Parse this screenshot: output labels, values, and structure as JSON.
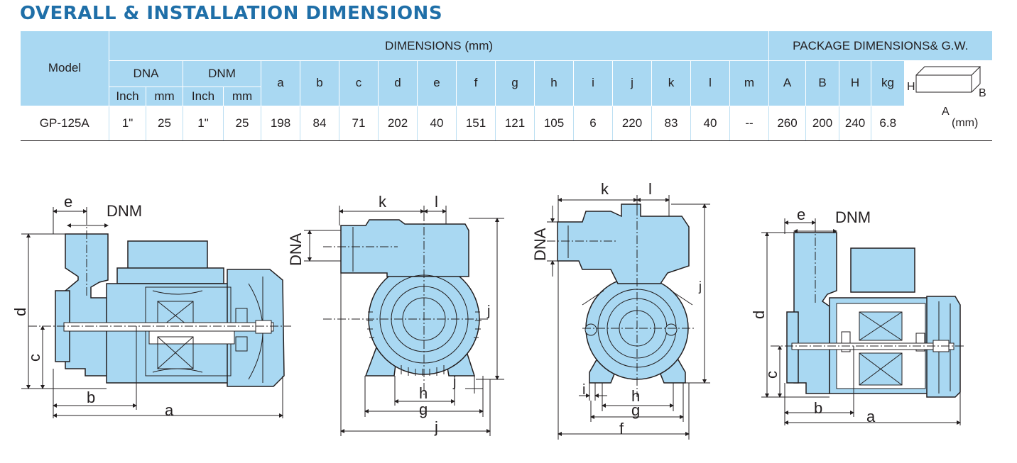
{
  "title": "OVERALL & INSTALLATION DIMENSIONS",
  "table": {
    "model_header": "Model",
    "dimensions_header": "DIMENSIONS (mm)",
    "package_header": "PACKAGE DIMENSIONS& G.W.",
    "dna": "DNA",
    "dnm": "DNM",
    "inch": "Inch",
    "mm": "mm",
    "dim_cols": [
      "a",
      "b",
      "c",
      "d",
      "e",
      "f",
      "g",
      "h",
      "i",
      "j",
      "k",
      "l",
      "m"
    ],
    "pkg_cols": [
      "A",
      "B",
      "H",
      "kg"
    ],
    "row": {
      "model": "GP-125A",
      "dna_inch": "1\"",
      "dna_mm": "25",
      "dnm_inch": "1\"",
      "dnm_mm": "25",
      "dims": [
        "198",
        "84",
        "71",
        "202",
        "40",
        "151",
        "121",
        "105",
        "6",
        "220",
        "83",
        "40",
        "--"
      ],
      "pkg": [
        "260",
        "200",
        "240",
        "6.8"
      ]
    },
    "box_icon": {
      "h": "H",
      "b": "B",
      "a": "A",
      "unit": "(mm)"
    }
  },
  "drawings": {
    "side_view": {
      "e": "e",
      "dnm": "DNM",
      "d": "d",
      "c": "c",
      "b": "b",
      "a": "a"
    },
    "front_view": {
      "k": "k",
      "l": "l",
      "dna": "DNA",
      "j": "j",
      "j2": "j",
      "h": "h",
      "g": "g",
      "j3": "j"
    },
    "rear_view": {
      "k": "k",
      "l": "l",
      "dna": "DNA",
      "j": "j",
      "i": "i",
      "h": "h",
      "g": "g",
      "f": "f"
    },
    "side_view_2": {
      "e": "e",
      "dnm": "DNM",
      "d": "d",
      "c": "c",
      "b": "b",
      "a": "a"
    }
  },
  "colors": {
    "title": "#1f6fa8",
    "header_bg": "#a9d8f2",
    "pump_fill": "#a9d8f2",
    "line": "#231f20"
  }
}
